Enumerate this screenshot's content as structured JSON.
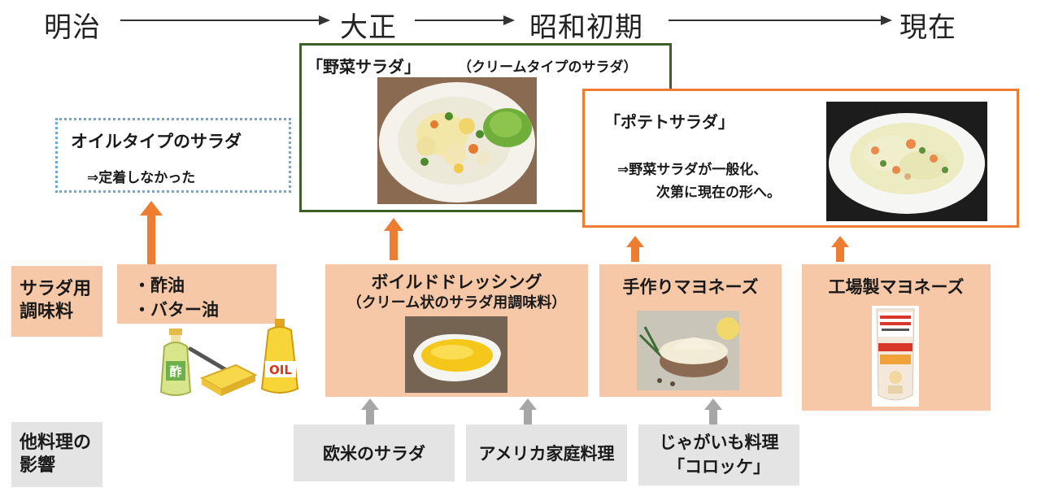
{
  "timeline": {
    "era1": "明治",
    "era2": "大正",
    "era3": "昭和初期",
    "era4": "現在"
  },
  "row_labels": {
    "seasoning": "サラダ用\n調味料",
    "influence": "他料理の\n影響"
  },
  "oil_salad": {
    "title": "オイルタイプのサラダ",
    "note": "⇒定着しなかった"
  },
  "vegetable_salad": {
    "title": "「野菜サラダ」",
    "subtitle": "（クリームタイプのサラダ）"
  },
  "potato_salad": {
    "title": "「ポテトサラダ」",
    "line1": "⇒野菜サラダが一般化、",
    "line2": "次第に現在の形へ。"
  },
  "seasonings": {
    "oil": {
      "line1": "・酢油",
      "line2": "・バター油"
    },
    "boiled": {
      "line1": "ボイルドドレッシング",
      "line2": "（クリーム状のサラダ用調味料）"
    },
    "homemade": "手作りマヨネーズ",
    "factory": "工場製マヨネーズ"
  },
  "influences": {
    "western": "欧米のサラダ",
    "american": "アメリカ家庭料理",
    "potato_line1": "じゃがいも料理",
    "potato_line2": "「コロッケ」"
  },
  "illustration_text": {
    "vinegar_char": "酢",
    "oil_label": "OIL"
  },
  "colors": {
    "peach": "#f7c8a8",
    "grey": "#e4e4e4",
    "orange_arrow": "#ed7d31",
    "green_border": "#3f5f2a",
    "orange_border": "#ed7d31",
    "blue_dotted": "#6fa8d6"
  }
}
